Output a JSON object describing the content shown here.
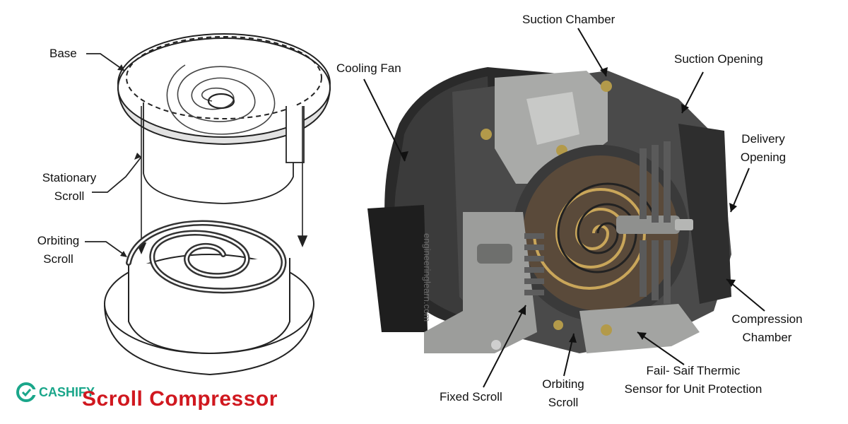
{
  "labels": {
    "base": "Base",
    "stationary_scroll_l1": "Stationary",
    "stationary_scroll_l2": "Scroll",
    "orbiting_scroll_left_l1": "Orbiting",
    "orbiting_scroll_left_l2": "Scroll",
    "cooling_fan": "Cooling Fan",
    "suction_chamber": "Suction Chamber",
    "suction_opening": "Suction Opening",
    "delivery_opening_l1": "Delivery",
    "delivery_opening_l2": "Opening",
    "compression_chamber_l1": "Compression",
    "compression_chamber_l2": "Chamber",
    "fail_safe_l1": "Fail- Saif Thermic",
    "fail_safe_l2": "Sensor for Unit Protection",
    "orbiting_scroll_right_l1": "Orbiting",
    "orbiting_scroll_right_l2": "Scroll",
    "fixed_scroll": "Fixed Scroll"
  },
  "title": "Scroll Compressor",
  "logo": {
    "text": "CASHIFY",
    "icon": "cashify-logo-icon",
    "color": "#1aa68a"
  },
  "watermark": "engineeringlearn.com",
  "colors": {
    "title": "#d0181f",
    "body_dark": "#3a3a3a",
    "metal": "#a9aaa8"
  }
}
